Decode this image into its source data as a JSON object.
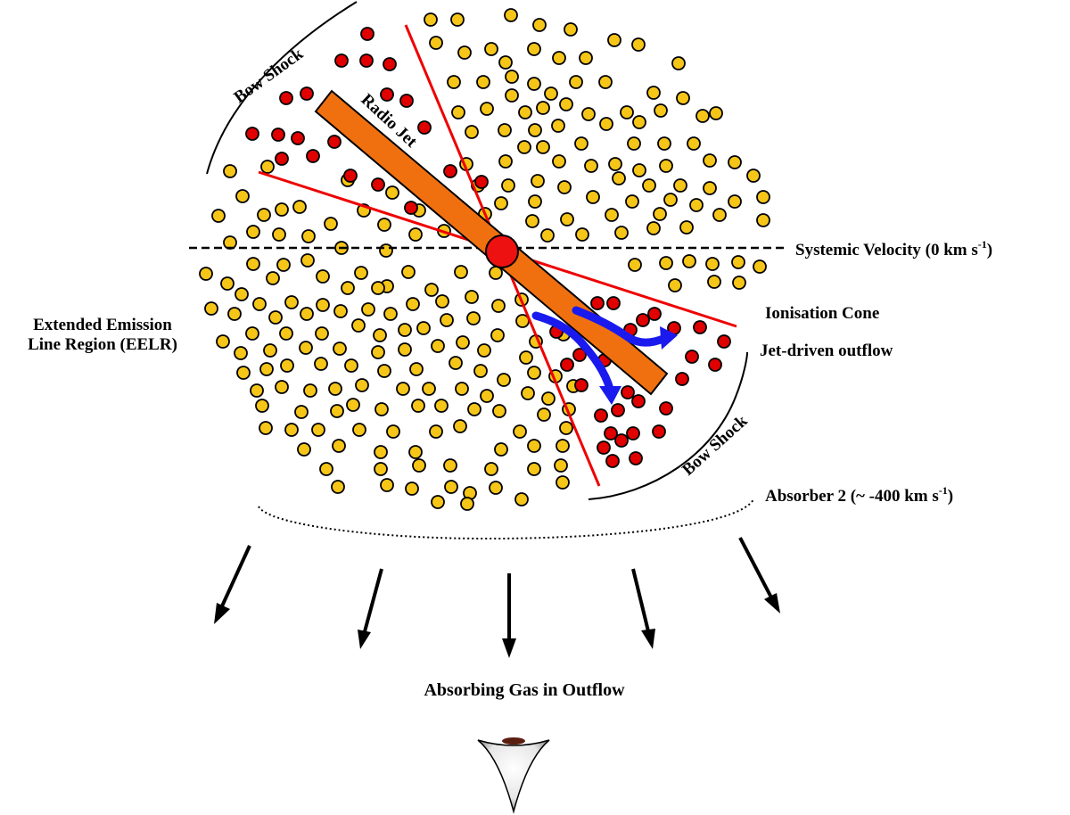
{
  "labels": {
    "bow_shock_top": "Bow Shock",
    "radio_jet": "Radio Jet",
    "systemic_velocity": "Systemic Velocity (0 km s",
    "systemic_velocity_sup": "-1",
    "systemic_velocity_end": ")",
    "eelr_line1": "Extended Emission",
    "eelr_line2": "Line Region (EELR)",
    "ionisation_cone": "Ionisation Cone",
    "jet_driven_outflow": "Jet-driven outflow",
    "bow_shock_bottom": "Bow Shock",
    "absorber_2": "Absorber 2 (~ -400 km s",
    "absorber_2_sup": "-1",
    "absorber_2_end": ")",
    "absorbing_gas": "Absorbing Gas in Outflow"
  },
  "colors": {
    "cloud_fill": "#f5c518",
    "cloud_stroke": "#000000",
    "shocked_cloud_fill": "#e00000",
    "jet_fill": "#f07010",
    "core_fill": "#ee1111",
    "cone_lines": "#ee0000",
    "outflow_arrows": "#1a1aee",
    "eye_pupil": "#5a1e10"
  },
  "icons": {
    "observer": "eye-icon"
  }
}
